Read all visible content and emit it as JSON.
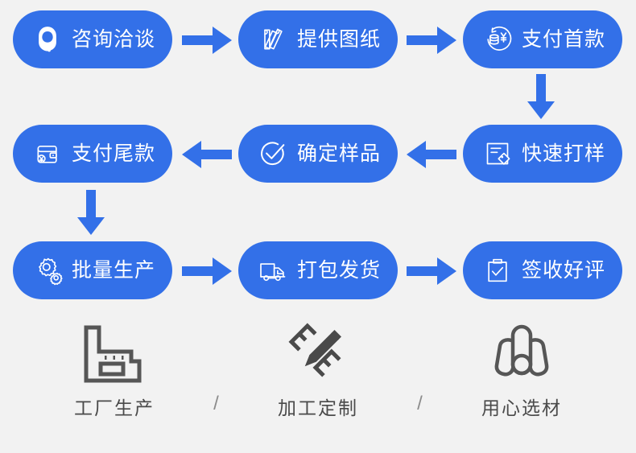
{
  "theme": {
    "background": "#f2f2f2",
    "pill_blue": "#3370e8",
    "arrow_blue": "#3370e8",
    "pill_text": "#ffffff",
    "feature_icon": "#565656",
    "feature_text": "#4a4a4a",
    "separator_text": "#8c8c8c"
  },
  "flow": {
    "steps": [
      {
        "id": "step-1",
        "label": "咨询洽谈",
        "icon": "customer-service-headset-icon",
        "row": 1,
        "col": 1
      },
      {
        "id": "step-2",
        "label": "提供图纸",
        "icon": "blueprint-rolls-icon",
        "row": 1,
        "col": 2
      },
      {
        "id": "step-3",
        "label": "支付首款",
        "icon": "coins-yuan-payment-icon",
        "row": 1,
        "col": 3
      },
      {
        "id": "step-4",
        "label": "快速打样",
        "icon": "document-tag-sample-icon",
        "row": 2,
        "col": 3
      },
      {
        "id": "step-5",
        "label": "确定样品",
        "icon": "check-circle-icon",
        "row": 2,
        "col": 2
      },
      {
        "id": "step-6",
        "label": "支付尾款",
        "icon": "wallet-yuan-icon",
        "row": 2,
        "col": 1
      },
      {
        "id": "step-7",
        "label": "批量生产",
        "icon": "gears-icon",
        "row": 3,
        "col": 1
      },
      {
        "id": "step-8",
        "label": "打包发货",
        "icon": "delivery-truck-icon",
        "row": 3,
        "col": 2
      },
      {
        "id": "step-9",
        "label": "签收好评",
        "icon": "clipboard-check-icon",
        "row": 3,
        "col": 3
      }
    ],
    "connectors": [
      {
        "id": "arrow-1",
        "direction": "right",
        "from": "step-1",
        "to": "step-2"
      },
      {
        "id": "arrow-2",
        "direction": "right",
        "from": "step-2",
        "to": "step-3"
      },
      {
        "id": "arrow-3",
        "direction": "down",
        "from": "step-3",
        "to": "step-4"
      },
      {
        "id": "arrow-4",
        "direction": "left",
        "from": "step-4",
        "to": "step-5"
      },
      {
        "id": "arrow-5",
        "direction": "left",
        "from": "step-5",
        "to": "step-6"
      },
      {
        "id": "arrow-6",
        "direction": "down",
        "from": "step-6",
        "to": "step-7"
      },
      {
        "id": "arrow-7",
        "direction": "right",
        "from": "step-7",
        "to": "step-8"
      },
      {
        "id": "arrow-8",
        "direction": "right",
        "from": "step-8",
        "to": "step-9"
      }
    ]
  },
  "features": {
    "items": [
      {
        "id": "feature-1",
        "label": "工厂生产",
        "icon": "factory-building-icon"
      },
      {
        "id": "feature-2",
        "label": "加工定制",
        "icon": "pencil-customization-icon"
      },
      {
        "id": "feature-3",
        "label": "用心选材",
        "icon": "material-rolls-icon"
      }
    ],
    "separator": "/"
  }
}
